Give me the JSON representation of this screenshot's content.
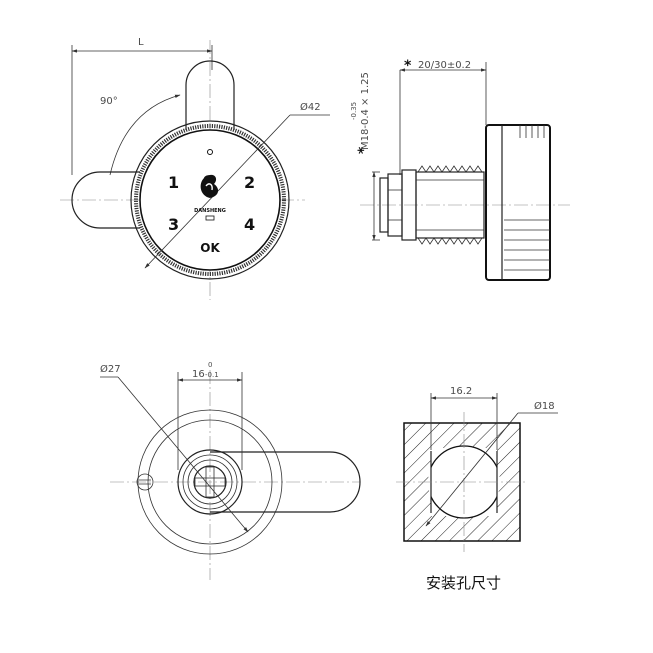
{
  "front_view": {
    "dim_L": "L",
    "angle": "90°",
    "diameter": "Ø42",
    "keypad": [
      "1",
      "2",
      "3",
      "4"
    ],
    "ok_label": "OK",
    "brand_text": "DANSHENG"
  },
  "side_view": {
    "star": "*",
    "length_dim": "20/30±0.2",
    "thread_dim": "M18-0.4 × 1.25",
    "thread_tol": "-0.35"
  },
  "rear_view": {
    "diameter": "Ø27",
    "width_dim": "16",
    "width_tol_upper": "0",
    "width_tol_lower": "-0.1"
  },
  "cutout_view": {
    "width_dim": "16.2",
    "diameter": "Ø18",
    "caption": "安装孔尺寸"
  }
}
